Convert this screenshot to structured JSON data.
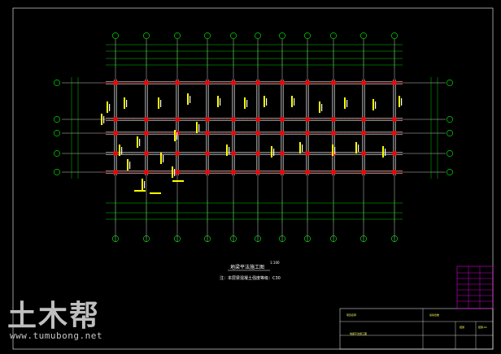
{
  "drawing": {
    "title": "地梁平法施工图",
    "scale": "1:100",
    "note": "注：本层梁混凝土强度等级：C30"
  },
  "watermark": {
    "logo_text": "土木帮",
    "url_text": "www.tumubong.net"
  },
  "title_block": {
    "project_label": "项目名称",
    "drawing_name_label": "地梁平法施工图",
    "project_name": "某综合楼",
    "sheet_label": "结施",
    "sheet_no": "结施-01"
  },
  "colors": {
    "background": "#000000",
    "grid": "#ffffff",
    "dimension": "#00ff00",
    "column": "#ff0000",
    "beam_text": "#ffff00",
    "axis_bubble": "#00ff00",
    "title_block": "#ff00ff"
  }
}
